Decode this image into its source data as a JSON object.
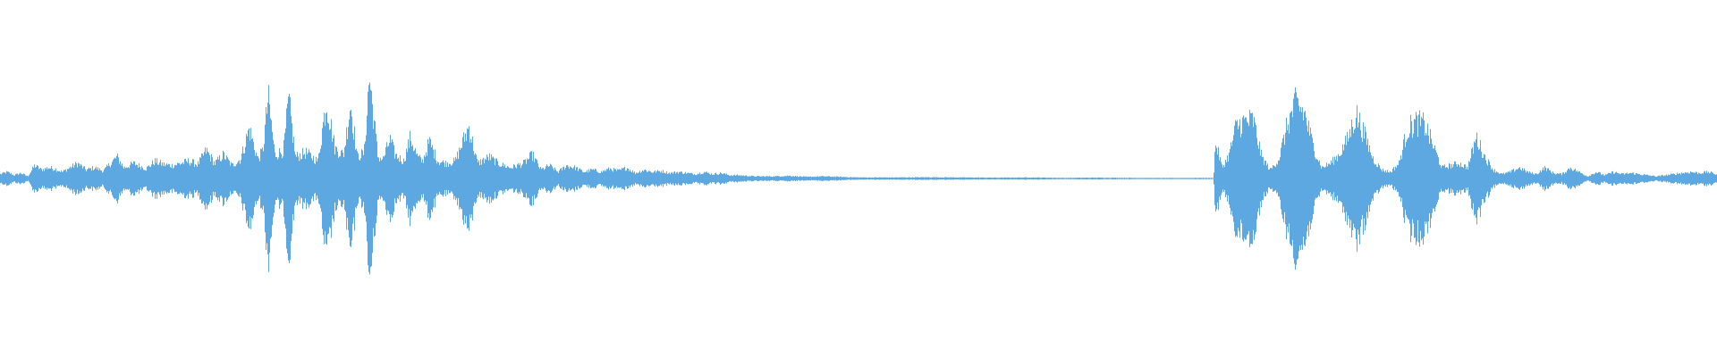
{
  "waveform": {
    "color": "#5DA8E1",
    "background": "#FFFFFF",
    "amplitude_profile": [
      [
        0.0,
        0.04
      ],
      [
        0.004,
        0.06
      ],
      [
        0.008,
        0.03
      ],
      [
        0.012,
        0.05
      ],
      [
        0.016,
        0.02
      ],
      [
        0.02,
        0.12
      ],
      [
        0.024,
        0.08
      ],
      [
        0.028,
        0.1
      ],
      [
        0.032,
        0.09
      ],
      [
        0.036,
        0.06
      ],
      [
        0.045,
        0.14
      ],
      [
        0.05,
        0.08
      ],
      [
        0.055,
        0.1
      ],
      [
        0.06,
        0.07
      ],
      [
        0.068,
        0.2
      ],
      [
        0.072,
        0.1
      ],
      [
        0.078,
        0.14
      ],
      [
        0.085,
        0.09
      ],
      [
        0.09,
        0.16
      ],
      [
        0.095,
        0.13
      ],
      [
        0.1,
        0.12
      ],
      [
        0.11,
        0.16
      ],
      [
        0.115,
        0.13
      ],
      [
        0.12,
        0.26
      ],
      [
        0.125,
        0.14
      ],
      [
        0.13,
        0.22
      ],
      [
        0.135,
        0.12
      ],
      [
        0.14,
        0.18
      ],
      [
        0.145,
        0.46
      ],
      [
        0.15,
        0.18
      ],
      [
        0.153,
        0.26
      ],
      [
        0.156,
        0.75
      ],
      [
        0.16,
        0.22
      ],
      [
        0.165,
        0.26
      ],
      [
        0.168,
        0.72
      ],
      [
        0.172,
        0.2
      ],
      [
        0.178,
        0.24
      ],
      [
        0.185,
        0.16
      ],
      [
        0.19,
        0.72
      ],
      [
        0.195,
        0.28
      ],
      [
        0.2,
        0.22
      ],
      [
        0.204,
        0.7
      ],
      [
        0.208,
        0.2
      ],
      [
        0.212,
        0.24
      ],
      [
        0.215,
        0.95
      ],
      [
        0.22,
        0.2
      ],
      [
        0.223,
        0.18
      ],
      [
        0.227,
        0.36
      ],
      [
        0.23,
        0.22
      ],
      [
        0.235,
        0.16
      ],
      [
        0.239,
        0.38
      ],
      [
        0.243,
        0.2
      ],
      [
        0.246,
        0.16
      ],
      [
        0.25,
        0.34
      ],
      [
        0.255,
        0.16
      ],
      [
        0.26,
        0.14
      ],
      [
        0.265,
        0.16
      ],
      [
        0.273,
        0.48
      ],
      [
        0.278,
        0.14
      ],
      [
        0.285,
        0.2
      ],
      [
        0.29,
        0.14
      ],
      [
        0.297,
        0.1
      ],
      [
        0.305,
        0.14
      ],
      [
        0.31,
        0.22
      ],
      [
        0.315,
        0.08
      ],
      [
        0.32,
        0.12
      ],
      [
        0.325,
        0.06
      ],
      [
        0.33,
        0.12
      ],
      [
        0.335,
        0.1
      ],
      [
        0.34,
        0.06
      ],
      [
        0.345,
        0.08
      ],
      [
        0.35,
        0.06
      ],
      [
        0.355,
        0.09
      ],
      [
        0.36,
        0.07
      ],
      [
        0.365,
        0.1
      ],
      [
        0.37,
        0.05
      ],
      [
        0.375,
        0.08
      ],
      [
        0.38,
        0.06
      ],
      [
        0.385,
        0.07
      ],
      [
        0.39,
        0.05
      ],
      [
        0.395,
        0.06
      ],
      [
        0.4,
        0.05
      ],
      [
        0.405,
        0.04
      ],
      [
        0.41,
        0.06
      ],
      [
        0.415,
        0.04
      ],
      [
        0.42,
        0.05
      ],
      [
        0.425,
        0.03
      ],
      [
        0.43,
        0.03
      ],
      [
        0.44,
        0.02
      ],
      [
        0.45,
        0.02
      ],
      [
        0.46,
        0.025
      ],
      [
        0.47,
        0.015
      ],
      [
        0.48,
        0.02
      ],
      [
        0.49,
        0.015
      ],
      [
        0.5,
        0.01
      ],
      [
        0.52,
        0.01
      ],
      [
        0.54,
        0.012
      ],
      [
        0.56,
        0.01
      ],
      [
        0.58,
        0.008
      ],
      [
        0.6,
        0.01
      ],
      [
        0.62,
        0.006
      ],
      [
        0.64,
        0.008
      ],
      [
        0.66,
        0.006
      ],
      [
        0.68,
        0.005
      ],
      [
        0.7,
        0.006
      ],
      [
        0.707,
        0.005
      ],
      [
        0.708,
        0.34
      ],
      [
        0.712,
        0.1
      ],
      [
        0.716,
        0.22
      ],
      [
        0.72,
        0.48
      ],
      [
        0.724,
        0.52
      ],
      [
        0.73,
        0.54
      ],
      [
        0.735,
        0.2
      ],
      [
        0.74,
        0.08
      ],
      [
        0.745,
        0.18
      ],
      [
        0.75,
        0.5
      ],
      [
        0.755,
        0.7
      ],
      [
        0.76,
        0.6
      ],
      [
        0.765,
        0.3
      ],
      [
        0.77,
        0.1
      ],
      [
        0.775,
        0.14
      ],
      [
        0.78,
        0.22
      ],
      [
        0.785,
        0.36
      ],
      [
        0.79,
        0.6
      ],
      [
        0.795,
        0.4
      ],
      [
        0.8,
        0.18
      ],
      [
        0.805,
        0.08
      ],
      [
        0.81,
        0.06
      ],
      [
        0.815,
        0.14
      ],
      [
        0.82,
        0.46
      ],
      [
        0.825,
        0.52
      ],
      [
        0.83,
        0.5
      ],
      [
        0.835,
        0.3
      ],
      [
        0.84,
        0.1
      ],
      [
        0.845,
        0.12
      ],
      [
        0.85,
        0.14
      ],
      [
        0.855,
        0.1
      ],
      [
        0.86,
        0.38
      ],
      [
        0.865,
        0.2
      ],
      [
        0.87,
        0.08
      ],
      [
        0.875,
        0.04
      ],
      [
        0.88,
        0.06
      ],
      [
        0.885,
        0.1
      ],
      [
        0.89,
        0.06
      ],
      [
        0.895,
        0.04
      ],
      [
        0.9,
        0.1
      ],
      [
        0.905,
        0.05
      ],
      [
        0.91,
        0.04
      ],
      [
        0.915,
        0.1
      ],
      [
        0.92,
        0.06
      ],
      [
        0.925,
        0.02
      ],
      [
        0.93,
        0.06
      ],
      [
        0.935,
        0.03
      ],
      [
        0.94,
        0.06
      ],
      [
        0.945,
        0.04
      ],
      [
        0.95,
        0.05
      ],
      [
        0.955,
        0.04
      ],
      [
        0.96,
        0.03
      ],
      [
        0.965,
        0.02
      ],
      [
        0.97,
        0.03
      ],
      [
        0.975,
        0.04
      ],
      [
        0.98,
        0.05
      ],
      [
        0.985,
        0.06
      ],
      [
        0.99,
        0.05
      ],
      [
        0.995,
        0.06
      ],
      [
        1.0,
        0.04
      ]
    ]
  }
}
